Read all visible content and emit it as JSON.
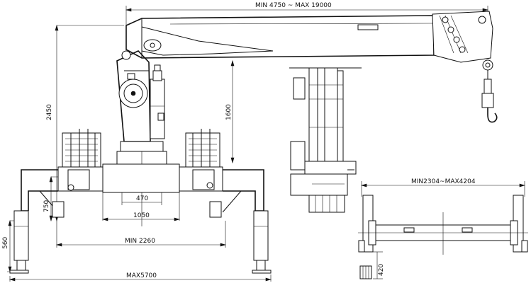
{
  "dimensions": {
    "reach": "MIN 4750 ~ MAX 19000",
    "total_height": "2450",
    "boom_pivot_height": "1600",
    "leg_height_750": "750",
    "leg_base_560": "560",
    "width_470": "470",
    "width_1050": "1050",
    "outrigger_min": "MIN 2260",
    "outrigger_max": "MAX5700",
    "top_view_span": "MIN2304~MAX4204",
    "top_view_depth": "420"
  }
}
